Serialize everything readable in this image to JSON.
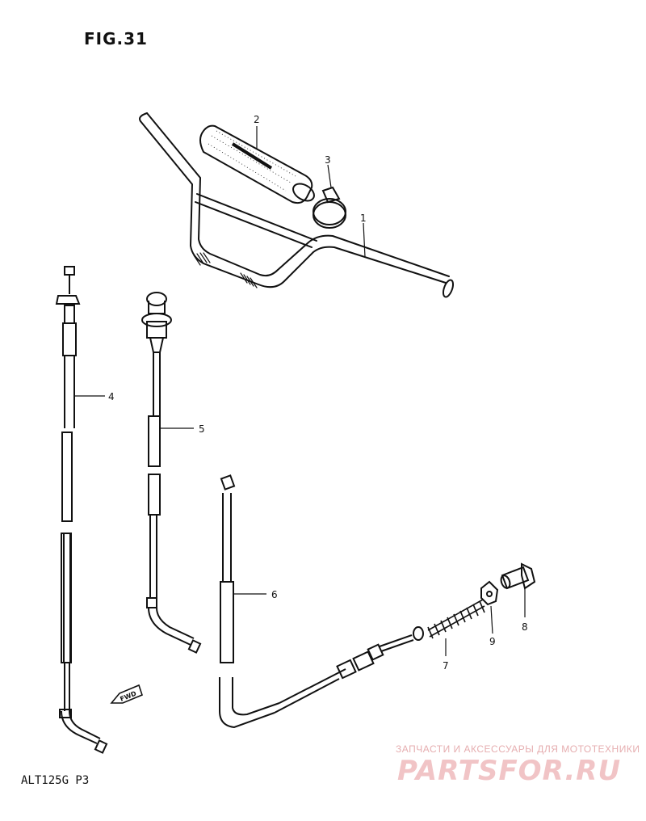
{
  "figure": {
    "title": "FIG.31",
    "model_code": "ALT125G P3"
  },
  "parts": [
    {
      "number": "1",
      "name": "handlebar"
    },
    {
      "number": "2",
      "name": "handlebar-pad"
    },
    {
      "number": "3",
      "name": "pad-clamp"
    },
    {
      "number": "4",
      "name": "throttle-cable"
    },
    {
      "number": "5",
      "name": "choke-cable"
    },
    {
      "number": "6",
      "name": "brake-cable"
    },
    {
      "number": "7",
      "name": "brake-cable-spring"
    },
    {
      "number": "8",
      "name": "adjuster-bolt"
    },
    {
      "number": "9",
      "name": "joint"
    }
  ],
  "direction_marker": {
    "text": "FWD"
  },
  "watermark": {
    "caption": "ЗАПЧАСТИ И АКСЕССУАРЫ ДЛЯ МОТОТЕХНИКИ",
    "logo_text": "PARTSFOR.RU"
  },
  "colors": {
    "ink": "#111111",
    "watermark": "#e6aeb0",
    "background": "#ffffff"
  }
}
